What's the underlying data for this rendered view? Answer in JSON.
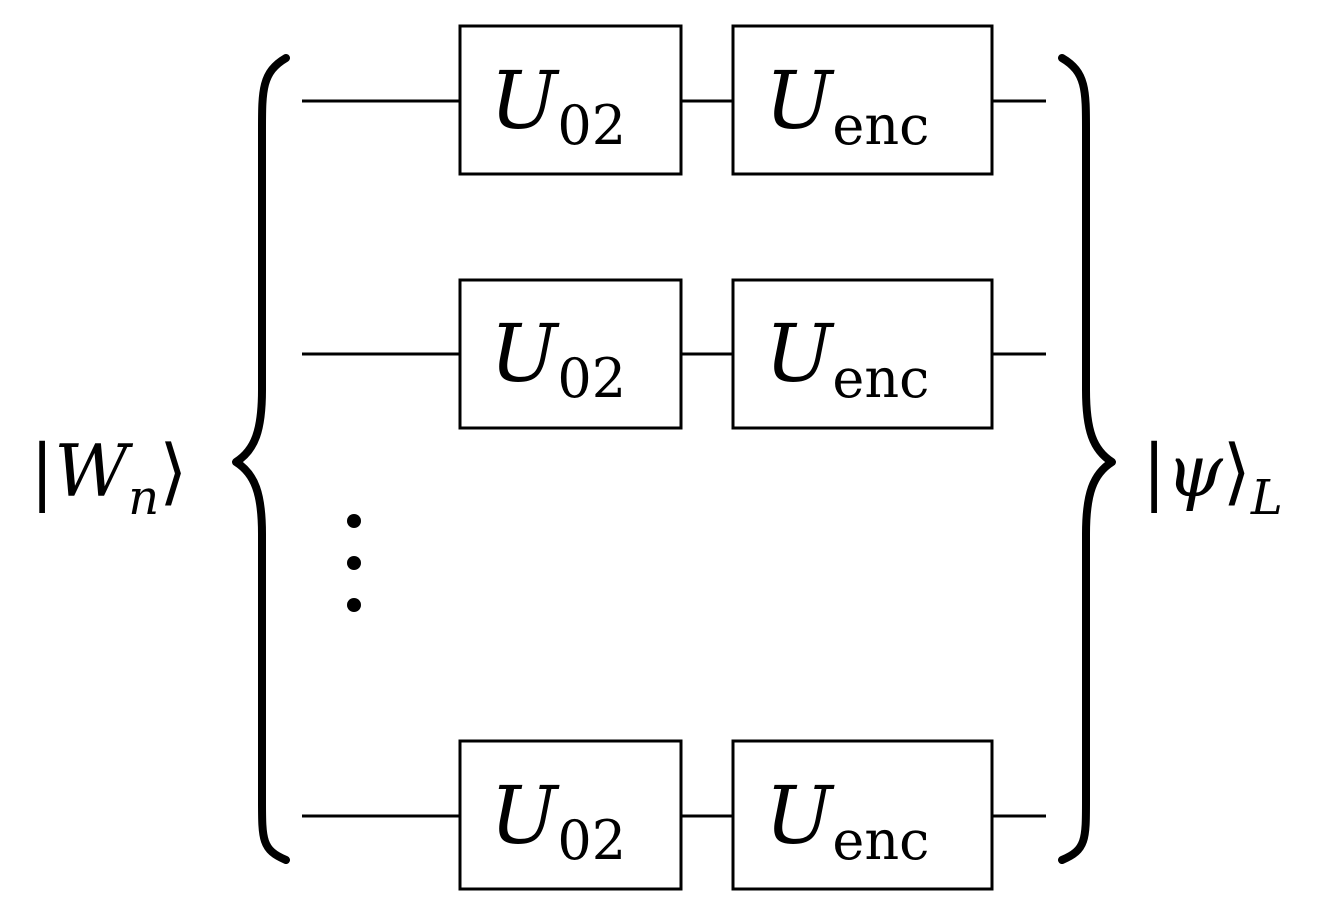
{
  "input_state": {
    "bar": "|",
    "symbol": "W",
    "subscript": "n",
    "close": "⟩"
  },
  "output_state": {
    "bar": "|",
    "symbol": "ψ",
    "close": "⟩",
    "subscript": "L"
  },
  "gates": {
    "first": {
      "symbol": "U",
      "subscript": "02"
    },
    "second": {
      "symbol": "U",
      "subscript": "enc"
    }
  },
  "rows": [
    {
      "id": "row-1"
    },
    {
      "id": "row-2"
    },
    {
      "id": "row-n"
    }
  ],
  "ellipsis": "vertical-dots"
}
